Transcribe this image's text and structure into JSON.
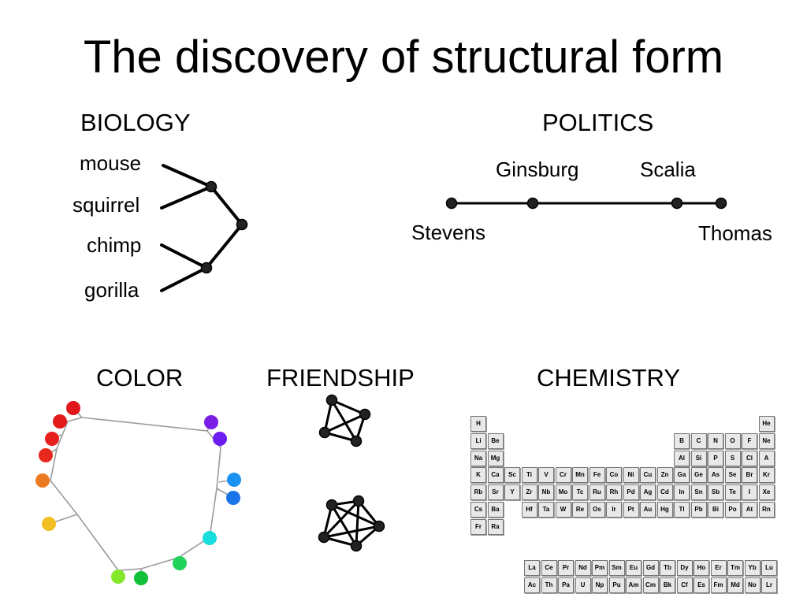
{
  "title": "The discovery of structural form",
  "panels": {
    "biology": {
      "label": "BIOLOGY",
      "leaves": [
        "mouse",
        "squirrel",
        "chimp",
        "gorilla"
      ]
    },
    "politics": {
      "label": "POLITICS",
      "names": {
        "ginsburg": "Ginsburg",
        "scalia": "Scalia",
        "stevens": "Stevens",
        "thomas": "Thomas"
      }
    },
    "color": {
      "label": "COLOR",
      "dot_colors": [
        "#e0161b",
        "#e31a1c",
        "#e8201c",
        "#e8281c",
        "#ec7a22",
        "#f2bf22",
        "#84e82a",
        "#12c13a",
        "#1ed25a",
        "#17dedd",
        "#1b92f2",
        "#1a76e8",
        "#7a1ee6",
        "#6c1ef0"
      ]
    },
    "friendship": {
      "label": "FRIENDSHIP"
    },
    "chemistry": {
      "label": "CHEMISTRY",
      "table": {
        "1": {
          "1": "H",
          "18": "He"
        },
        "2": {
          "1": "Li",
          "2": "Be",
          "13": "B",
          "14": "C",
          "15": "N",
          "16": "O",
          "17": "F",
          "18": "Ne"
        },
        "3": {
          "1": "Na",
          "2": "Mg",
          "13": "Al",
          "14": "Si",
          "15": "P",
          "16": "S",
          "17": "Cl",
          "18": "A"
        },
        "4": {
          "1": "K",
          "2": "Ca",
          "3": "Sc",
          "4": "Ti",
          "5": "V",
          "6": "Cr",
          "7": "Mn",
          "8": "Fe",
          "9": "Co",
          "10": "Ni",
          "11": "Cu",
          "12": "Zn",
          "13": "Ga",
          "14": "Ge",
          "15": "As",
          "16": "Se",
          "17": "Br",
          "18": "Kr"
        },
        "5": {
          "1": "Rb",
          "2": "Sr",
          "3": "Y",
          "4": "Zr",
          "5": "Nb",
          "6": "Mo",
          "7": "Tc",
          "8": "Ru",
          "9": "Rh",
          "10": "Pd",
          "11": "Ag",
          "12": "Cd",
          "13": "In",
          "14": "Sn",
          "15": "Sb",
          "16": "Te",
          "17": "I",
          "18": "Xe"
        },
        "6": {
          "1": "Cs",
          "2": "Ba",
          "4": "Hf",
          "5": "Ta",
          "6": "W",
          "7": "Re",
          "8": "Os",
          "9": "Ir",
          "10": "Pt",
          "11": "Au",
          "12": "Hg",
          "13": "Tl",
          "14": "Pb",
          "15": "Bi",
          "16": "Po",
          "17": "At",
          "18": "Rn"
        },
        "7": {
          "1": "Fr",
          "2": "Ra"
        }
      },
      "lanthanides": [
        "La",
        "Ce",
        "Pr",
        "Nd",
        "Pm",
        "Sm",
        "Eu",
        "Gd",
        "Tb",
        "Dy",
        "Ho",
        "Er",
        "Tm",
        "Yb",
        "Lu"
      ],
      "actinides": [
        "Ac",
        "Th",
        "Pa",
        "U",
        "Np",
        "Pu",
        "Am",
        "Cm",
        "Bk",
        "Cf",
        "Es",
        "Fm",
        "Md",
        "No",
        "Lr"
      ]
    }
  }
}
